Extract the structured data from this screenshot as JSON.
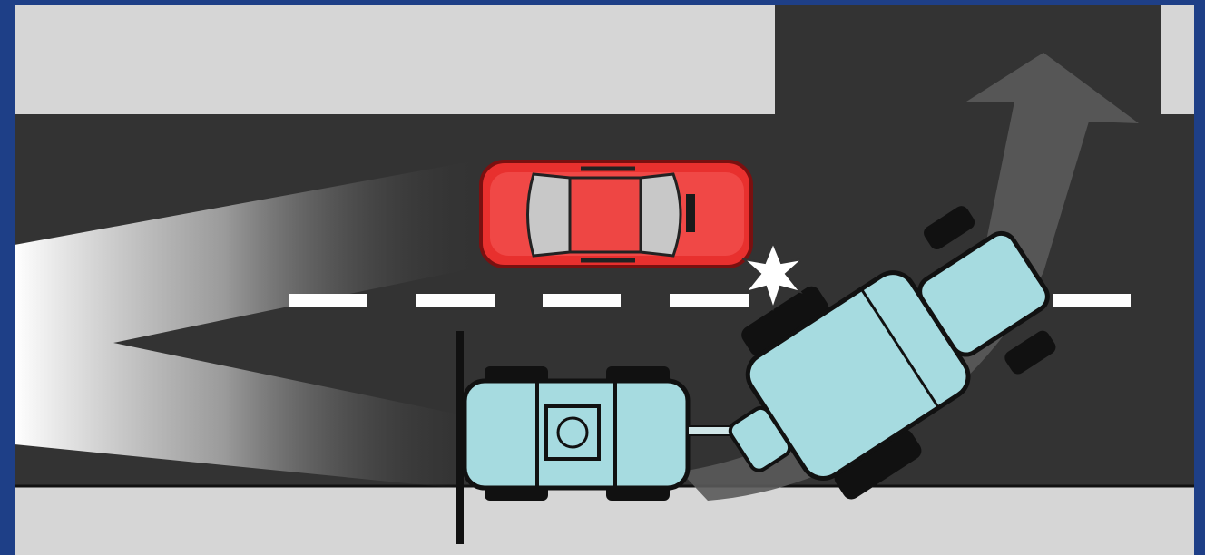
{
  "scene": {
    "colors": {
      "frame": "#1e3f87",
      "road": "#333333",
      "sidewalk": "#d6d6d6",
      "lane_marking": "#ffffff",
      "car_body": "#e8302e",
      "car_glass": "#c8c8c8",
      "tractor_body": "#a6dbe0",
      "tires": "#111111",
      "turn_arrow": "#5a5a5a",
      "impact_flash": "#ffffff"
    },
    "elements": [
      "headlight-glare",
      "red-car",
      "impact-star",
      "tractor",
      "towed-trailer",
      "turn-arrow",
      "stop-line"
    ],
    "icons": [
      "impact-star-icon",
      "turn-arrow-icon"
    ]
  }
}
